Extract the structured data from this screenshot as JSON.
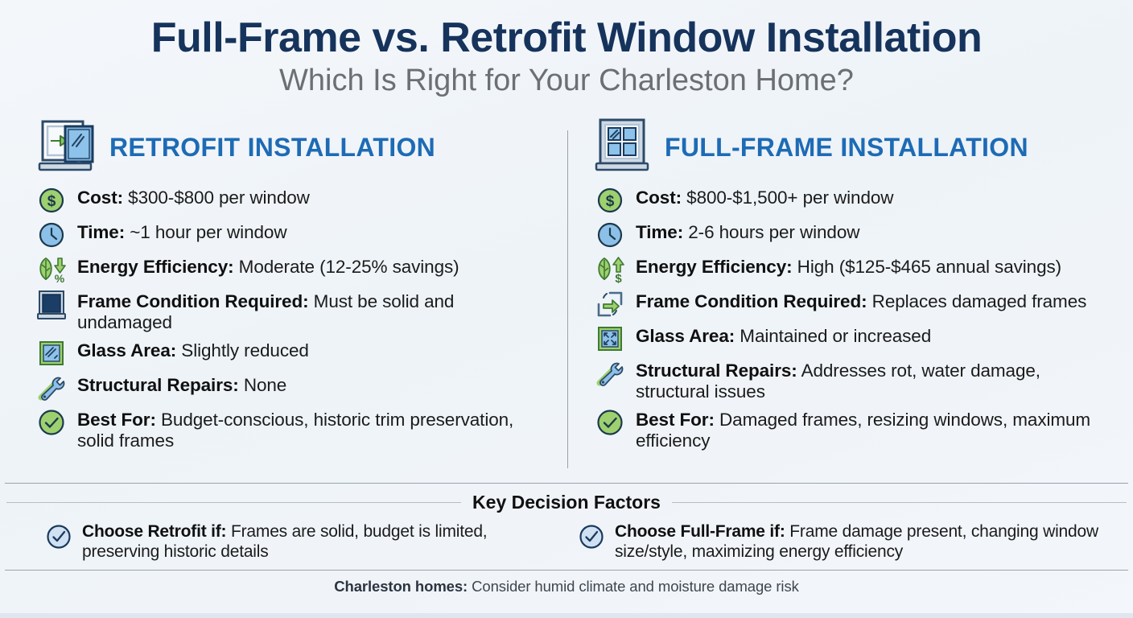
{
  "header": {
    "title": "Full-Frame vs. Retrofit Window Installation",
    "subtitle": "Which Is Right for Your Charleston Home?"
  },
  "colors": {
    "title": "#16335c",
    "subtitle": "#6c6f74",
    "column_heading": "#1d6bb5",
    "background": "#f2f6fa",
    "accent_green": "#8cc86a",
    "accent_blue": "#7fb6e4",
    "divider": "#9aa3ad"
  },
  "columns": [
    {
      "icon": "window-retrofit-insert-icon",
      "title": "RETROFIT INSTALLATION",
      "rows": [
        {
          "icon": "dollar-circle-icon",
          "label": "Cost:",
          "value": "$300-$800 per window"
        },
        {
          "icon": "clock-circle-icon",
          "label": "Time:",
          "value": "~1 hour per window"
        },
        {
          "icon": "leaf-down-percent-icon",
          "label": "Energy Efficiency:",
          "value": "Moderate (12-25% savings)"
        },
        {
          "icon": "solid-window-panel-icon",
          "label": "Frame Condition Required:",
          "value": "Must be solid and undamaged"
        },
        {
          "icon": "glass-pane-shine-icon",
          "label": "Glass Area:",
          "value": "Slightly reduced"
        },
        {
          "icon": "wrench-screwdriver-icon",
          "label": "Structural Repairs:",
          "value": "None"
        },
        {
          "icon": "check-circle-green-icon",
          "label": "Best For:",
          "value": "Budget-conscious, historic trim preservation, solid frames"
        }
      ]
    },
    {
      "icon": "window-four-pane-icon",
      "title": "FULL-FRAME INSTALLATION",
      "rows": [
        {
          "icon": "dollar-circle-icon",
          "label": "Cost:",
          "value": "$800-$1,500+ per window"
        },
        {
          "icon": "clock-circle-icon",
          "label": "Time:",
          "value": "2-6 hours per window"
        },
        {
          "icon": "leaf-up-dollar-icon",
          "label": "Energy Efficiency:",
          "value": "High ($125-$465 annual savings)"
        },
        {
          "icon": "frame-replace-arrow-icon",
          "label": "Frame Condition Required:",
          "value": "Replaces damaged frames"
        },
        {
          "icon": "glass-expand-arrows-icon",
          "label": "Glass Area:",
          "value": "Maintained or increased"
        },
        {
          "icon": "wrench-screwdriver-icon",
          "label": "Structural Repairs:",
          "value": "Addresses rot, water damage, structural issues"
        },
        {
          "icon": "check-circle-green-icon",
          "label": "Best For:",
          "value": "Damaged frames, resizing windows, maximum efficiency"
        }
      ]
    }
  ],
  "key_decision_factors": {
    "heading": "Key Decision Factors",
    "items": [
      {
        "icon": "check-circle-blue-icon",
        "label": "Choose Retrofit if:",
        "value": "Frames are solid, budget is limited, preserving historic details"
      },
      {
        "icon": "check-circle-blue-icon",
        "label": "Choose Full-Frame if:",
        "value": "Frame damage present, changing window size/style, maximizing energy efficiency"
      }
    ],
    "footnote_label": "Charleston homes:",
    "footnote_value": "Consider humid climate and moisture damage risk"
  }
}
